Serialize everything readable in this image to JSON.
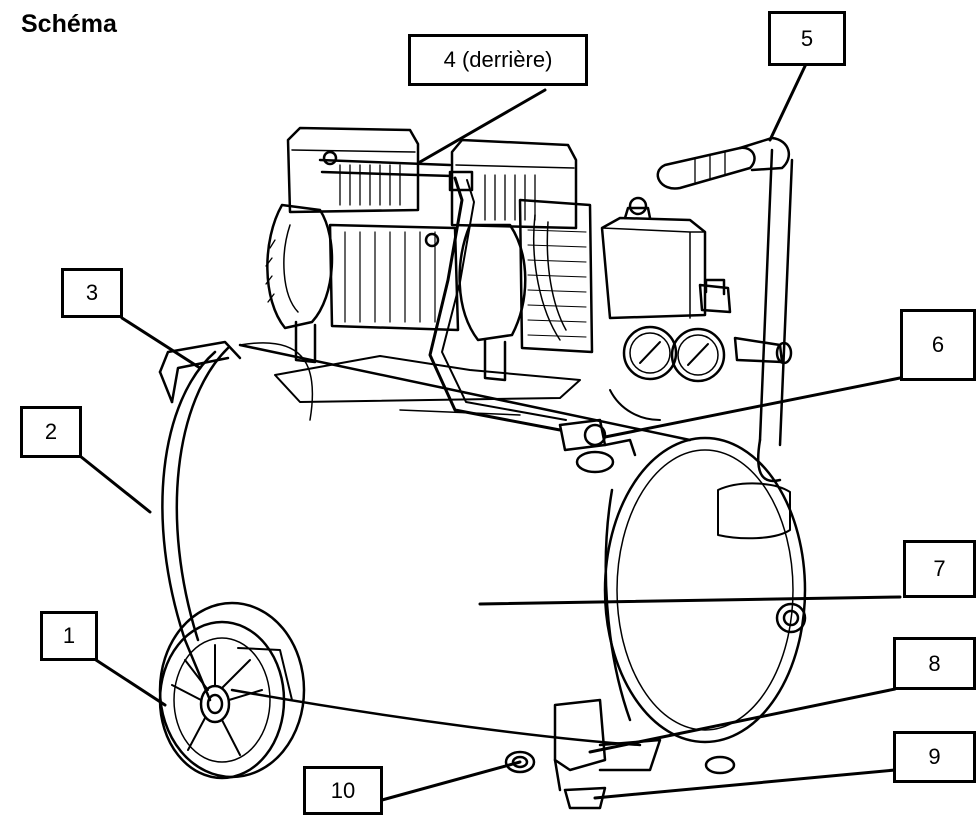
{
  "title": "Schéma",
  "callouts": [
    {
      "id": "1",
      "label": "1"
    },
    {
      "id": "2",
      "label": "2"
    },
    {
      "id": "3",
      "label": "3"
    },
    {
      "id": "4",
      "label": "4 (derrière)"
    },
    {
      "id": "5",
      "label": "5"
    },
    {
      "id": "6",
      "label": "6"
    },
    {
      "id": "7",
      "label": "7"
    },
    {
      "id": "8",
      "label": "8"
    },
    {
      "id": "9",
      "label": "9"
    },
    {
      "id": "10",
      "label": "10"
    }
  ]
}
